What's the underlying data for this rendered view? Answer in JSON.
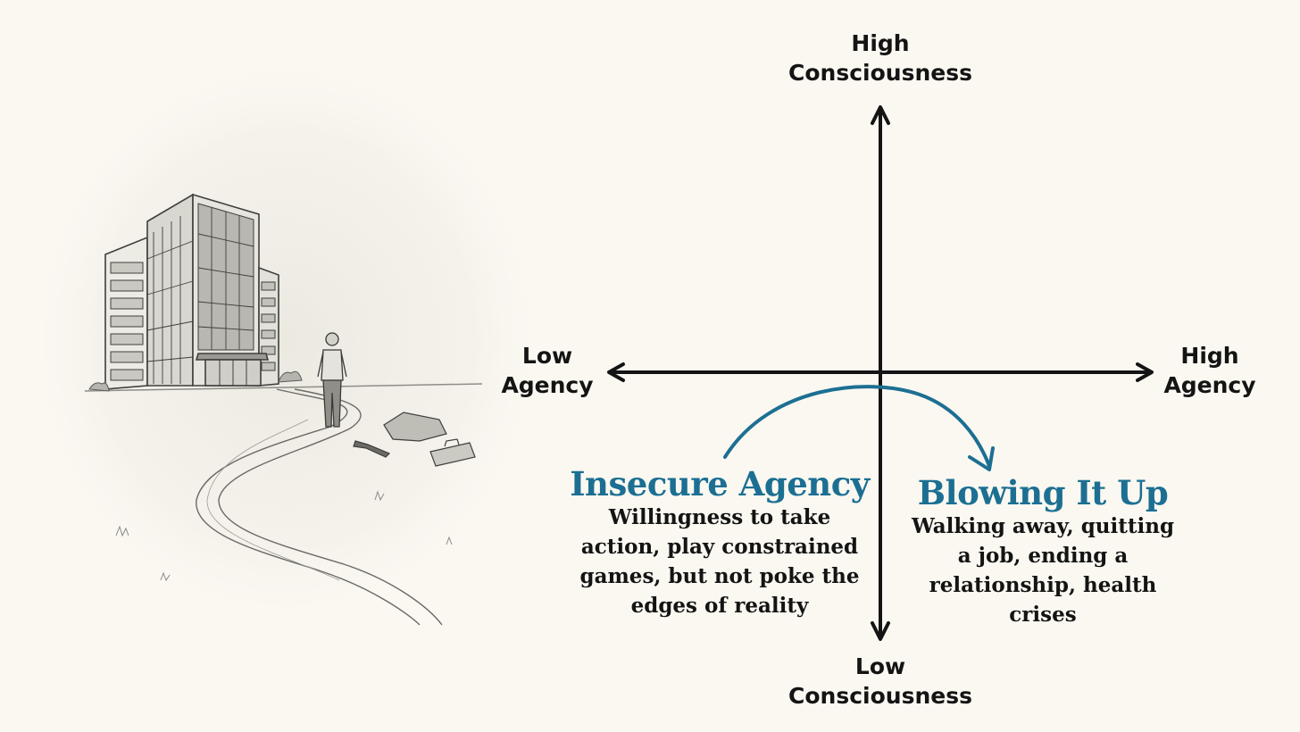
{
  "axes": {
    "top": [
      "High",
      "Consciousness"
    ],
    "bottom": [
      "Low",
      "Consciousness"
    ],
    "left": [
      "Low",
      "Agency"
    ],
    "right": [
      "High",
      "Agency"
    ]
  },
  "quadrants": {
    "insecure": {
      "title": "Insecure Agency",
      "lines": [
        "Willingness to take",
        "action, play constrained",
        "games, but not poke the",
        "edges of reality"
      ]
    },
    "blowing": {
      "title": "Blowing It Up",
      "lines": [
        "Walking away, quitting",
        "a job, ending a",
        "relationship, health",
        "crises"
      ]
    }
  },
  "colors": {
    "accent": "#1c6f92",
    "axis": "#141414",
    "background": "#faf8f1",
    "sketch": "#4a4a48"
  },
  "illustration": {
    "icon": "man-walking-away-from-office-building-sketch"
  }
}
